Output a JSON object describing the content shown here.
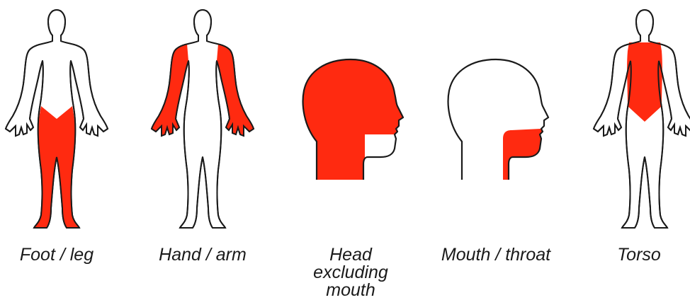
{
  "highlight_color": "#ff2a10",
  "outline_color": "#1a1a1a",
  "panels": [
    {
      "label": "Foot / leg",
      "figure": "body-outline",
      "highlighted_region": "foot-leg"
    },
    {
      "label": "Hand / arm",
      "figure": "body-outline",
      "highlighted_region": "hand-arm"
    },
    {
      "label": "Head excluding mouth",
      "figure": "head-profile",
      "highlighted_region": "head-excluding-mouth"
    },
    {
      "label": "Mouth / throat",
      "figure": "head-profile",
      "highlighted_region": "mouth-throat"
    },
    {
      "label": "Torso",
      "figure": "body-outline",
      "highlighted_region": "torso"
    }
  ]
}
